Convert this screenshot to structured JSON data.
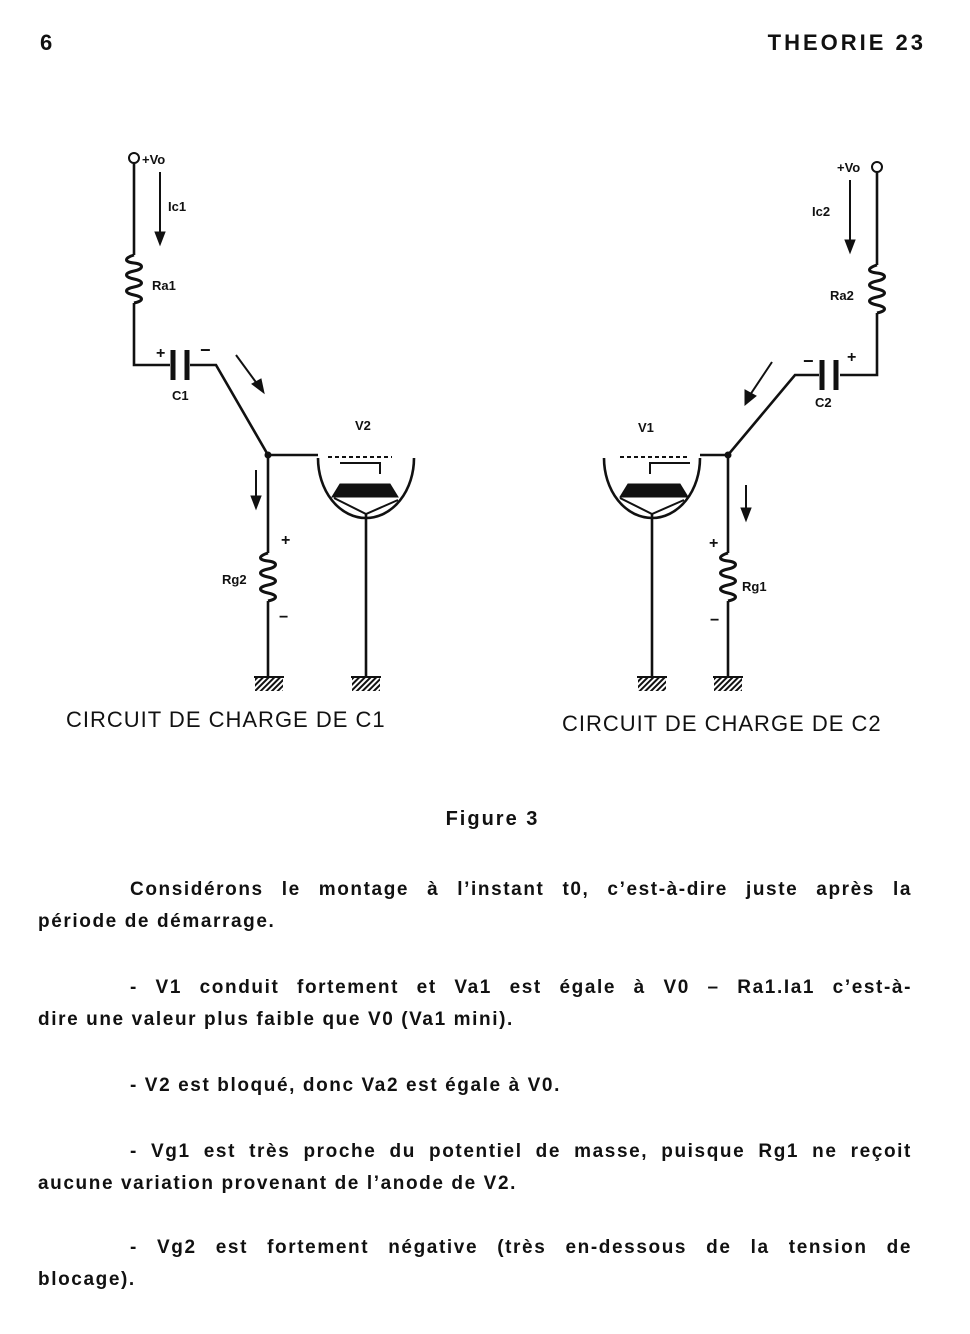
{
  "header": {
    "page_number": "6",
    "running_title": "THEORIE 23"
  },
  "figure": {
    "left": {
      "supply": "+Vo",
      "current": "Ic1",
      "anode_resistor": "Ra1",
      "capacitor": "C1",
      "tube": "V2",
      "grid_resistor": "Rg2",
      "plus": "+",
      "minus": "−",
      "caption": "CIRCUIT DE CHARGE DE C1"
    },
    "right": {
      "supply": "+Vo",
      "current": "Ic2",
      "anode_resistor": "Ra2",
      "capacitor": "C2",
      "tube": "V1",
      "grid_resistor": "Rg1",
      "plus": "+",
      "minus": "−",
      "caption": "CIRCUIT DE CHARGE DE C2"
    },
    "label": "Figure 3"
  },
  "paragraphs": [
    {
      "lines": [
        "Considérons le montage à l’instant t0, c’est-à-dire juste après la",
        "période de démarrage."
      ]
    },
    {
      "lines": [
        "- V1 conduit fortement et Va1 est égale à V0 – Ra1.Ia1 c’est-à-",
        "dire une valeur plus faible que V0 (Va1 mini)."
      ]
    },
    {
      "lines": [
        "- V2 est bloqué, donc Va2 est égale à V0."
      ]
    },
    {
      "lines": [
        "- Vg1 est très proche du potentiel de masse, puisque Rg1 ne reçoit",
        "aucune variation provenant de l’anode de V2."
      ]
    },
    {
      "lines": [
        "- Vg2 est fortement négative (très en-dessous de la tension de",
        "blocage)."
      ]
    }
  ]
}
